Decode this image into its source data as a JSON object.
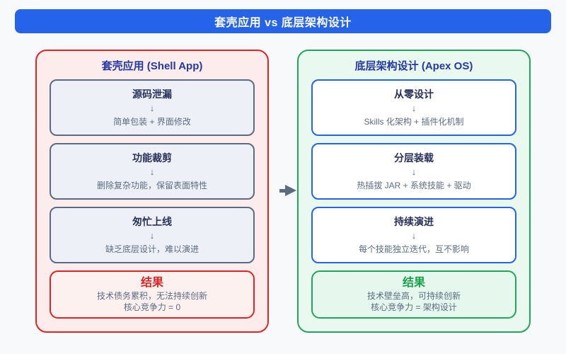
{
  "header": {
    "title": "套壳应用 vs 底层架构设计"
  },
  "panels": [
    {
      "id": "shell-app",
      "title": "套壳应用 (Shell App)",
      "steps": [
        {
          "title": "源码泄漏",
          "arrow": "↓",
          "desc": "简单包装 + 界面修改"
        },
        {
          "title": "功能裁剪",
          "arrow": "↓",
          "desc": "删除复杂功能，保留表面特性"
        },
        {
          "title": "匆忙上线",
          "arrow": "↓",
          "desc": "缺乏底层设计，难以演进"
        }
      ],
      "result": {
        "title": "结果",
        "lines": [
          "技术债务累积，无法持续创新",
          "核心竞争力 = 0"
        ]
      }
    },
    {
      "id": "apex-os",
      "title": "底层架构设计 (Apex OS)",
      "steps": [
        {
          "title": "从零设计",
          "arrow": "↓",
          "desc": "Skills 化架构 + 插件化机制"
        },
        {
          "title": "分层装载",
          "arrow": "↓",
          "desc": "热插拔 JAR + 系统技能 + 驱动"
        },
        {
          "title": "持续演进",
          "arrow": "↓",
          "desc": "每个技能独立迭代，互不影响"
        }
      ],
      "result": {
        "title": "结果",
        "lines": [
          "技术壁垒高，可持续创新",
          "核心竞争力 = 架构设计"
        ]
      }
    }
  ],
  "colors": {
    "header_bg": "#2563eb",
    "page_bg": "#f8f9fa",
    "left_accent": "#e02424",
    "left_panel_bg": "#fceceb",
    "right_accent": "#22a55b",
    "right_panel_bg": "#e9f9ef",
    "step_border_slate": "#5a6b85",
    "step_border_blue": "#2563eb",
    "panel_title_color": "#2438a6",
    "step_title_color": "#28325a",
    "caption_color": "#5c6c82",
    "result_green_title": "#16a34a",
    "connector_color": "#5b6b80"
  }
}
